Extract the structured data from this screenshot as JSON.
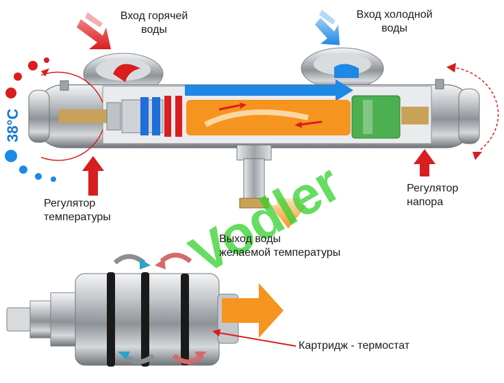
{
  "labels": {
    "hot_in_line1": "Вход горячей",
    "hot_in_line2": "воды",
    "cold_in_line1": "Вход холодной",
    "cold_in_line2": "воды",
    "temp_reg_line1": "Регулятор",
    "temp_reg_line2": "температуры",
    "pressure_reg_line1": "Регулятор",
    "pressure_reg_line2": "напора",
    "outlet_line1": "Выход воды",
    "outlet_line2": "желаемой температуры",
    "cartridge": "Картридж - термостат"
  },
  "temperature_display": "38°C",
  "watermark": "Vodler",
  "colors": {
    "hot": "#d81e1e",
    "cold": "#1e88e5",
    "mixed": "#f5941e",
    "chrome": "#b9bcc0",
    "watermark": "#34d12b"
  }
}
